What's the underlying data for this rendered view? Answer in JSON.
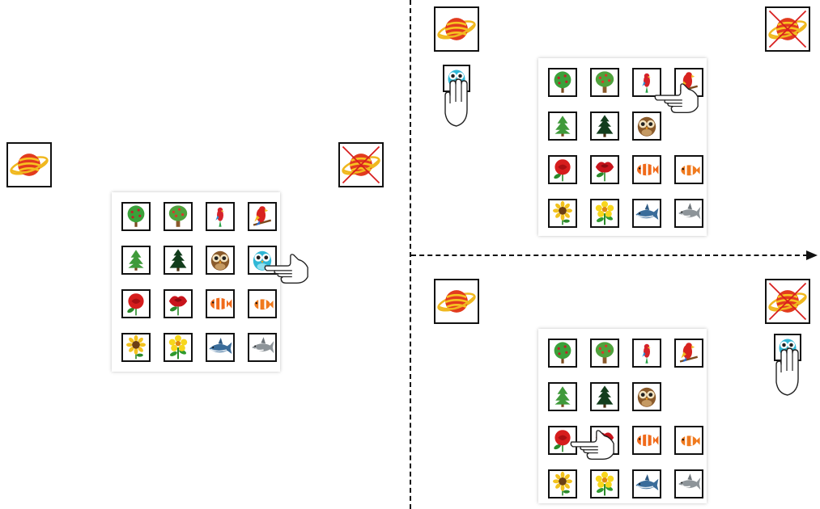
{
  "colors": {
    "planet_body": "#e23b1e",
    "planet_stripe": "#f7c321",
    "cross": "#d81e1e",
    "tile_border": "#111111",
    "hand_outline": "#222222"
  },
  "icons": {
    "planet": "planet-icon",
    "planet_crossed": "crossed-planet-icon",
    "hand": "pointing-hand-icon",
    "hand_grip": "holding-hand-icon"
  },
  "grid_rows": [
    [
      "green-tree-icon",
      "apple-tree-icon",
      "small-parrot-icon",
      "red-parrot-icon"
    ],
    [
      "green-pine-icon",
      "dark-pine-icon",
      "brown-owl-icon",
      "blue-owl-icon"
    ],
    [
      "red-rose-icon",
      "dark-rose-icon",
      "striped-clownfish-icon",
      "small-clownfish-icon"
    ],
    [
      "sunflower-icon",
      "yellow-flower-icon",
      "blue-shark-icon",
      "grey-shark-icon"
    ]
  ],
  "panels": [
    {
      "name": "step-left",
      "selected": "blue-owl-icon",
      "removed": ""
    },
    {
      "name": "step-top-right",
      "held": "blue-owl-icon",
      "selected": "red-parrot-icon",
      "removed": "blue-owl-icon"
    },
    {
      "name": "step-bottom-right",
      "held": "blue-owl-icon",
      "selected": "red-rose-icon",
      "removed": "blue-owl-icon"
    }
  ]
}
